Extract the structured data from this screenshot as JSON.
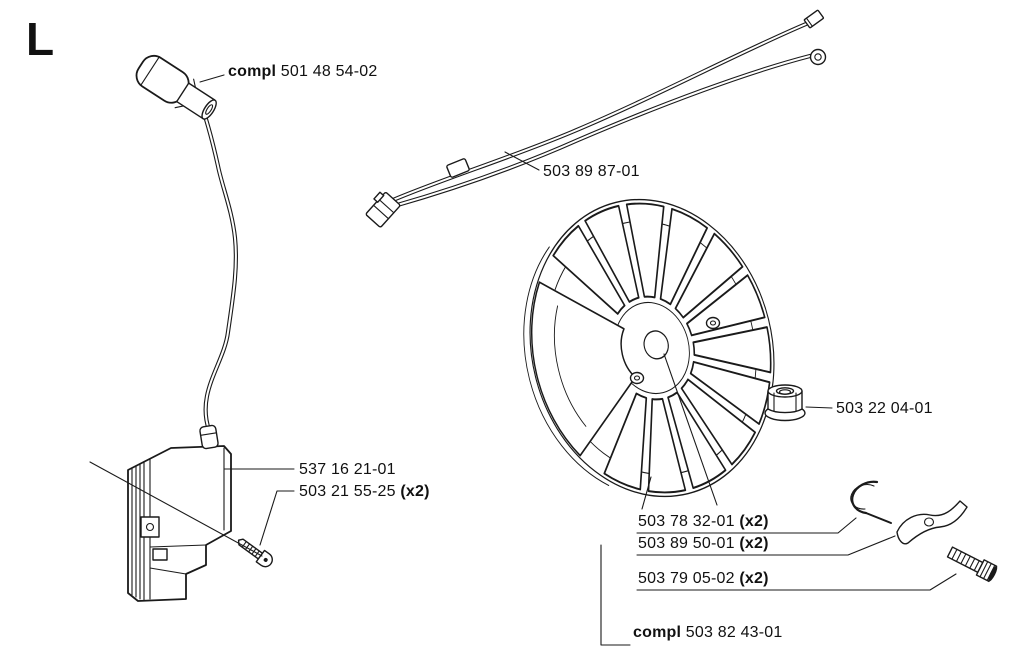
{
  "colors": {
    "ink": "#1a1a1a",
    "background": "#ffffff"
  },
  "page": {
    "section_letter": "L"
  },
  "labels": {
    "spark_plug_boot": {
      "prefix": "compl",
      "number": "501 48 54-02"
    },
    "wire_harness": {
      "number": "503 89 87-01"
    },
    "flywheel_nut": {
      "number": "503 22 04-01"
    },
    "ignition_module": {
      "number": "537 16 21-01"
    },
    "module_screw": {
      "number": "503 21 55-25",
      "qty": "(x2)"
    },
    "pawl": {
      "number": "503 78 32-01",
      "qty": "(x2)"
    },
    "pawl_spring": {
      "number": "503 89 50-01",
      "qty": "(x2)"
    },
    "pawl_screw": {
      "number": "503 79 05-02",
      "qty": "(x2)"
    },
    "flywheel_assembly": {
      "prefix": "compl",
      "number": "503 82 43-01"
    }
  }
}
